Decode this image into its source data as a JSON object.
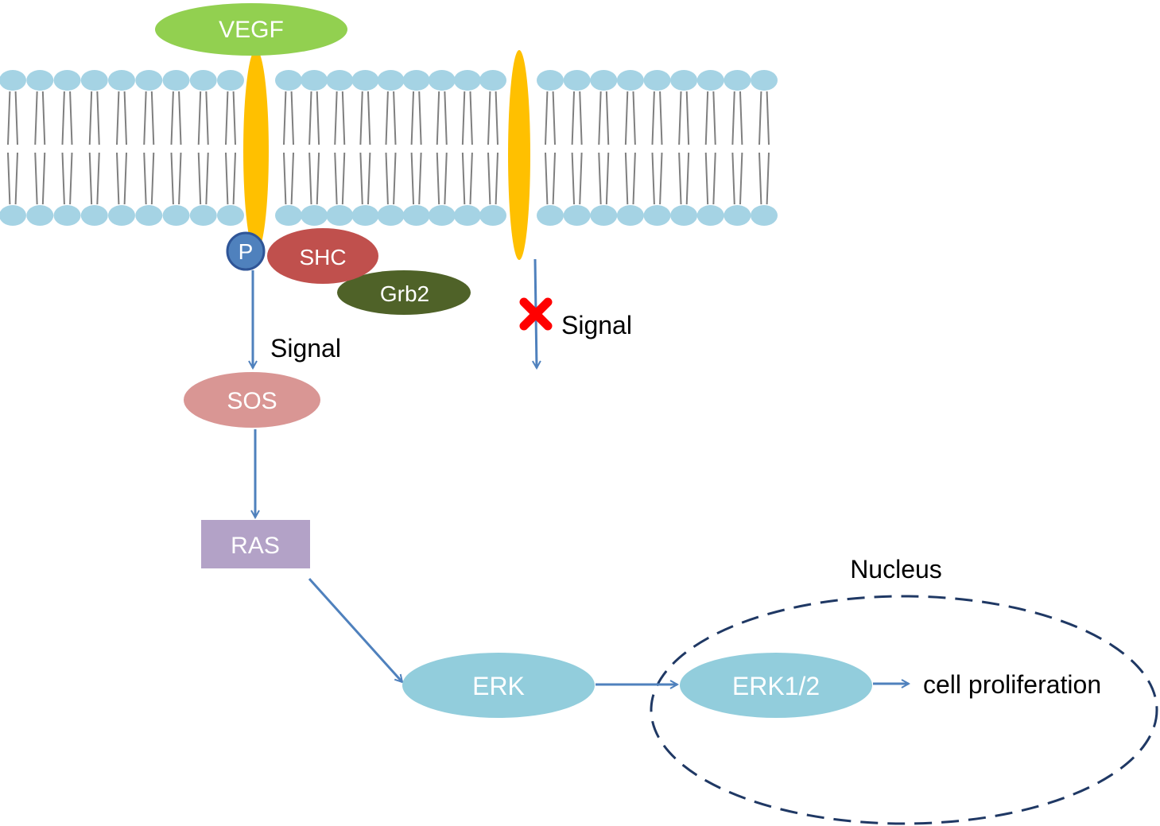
{
  "nodes": {
    "vegf": "VEGF",
    "phospho": "P",
    "shc": "SHC",
    "grb2": "Grb2",
    "sos": "SOS",
    "ras": "RAS",
    "erk": "ERK",
    "erk12": "ERK1/2"
  },
  "labels": {
    "signal_active": "Signal",
    "signal_blocked": "Signal",
    "nucleus": "Nucleus",
    "outcome": "cell proliferation"
  },
  "colors": {
    "vegf": "#92d050",
    "receptor": "#ffc000",
    "phospho": "#4f81bd",
    "shc": "#c0504d",
    "grb2": "#4f6228",
    "sos": "#d99694",
    "ras": "#b3a2c7",
    "erk": "#92cddc",
    "arrow": "#4f81bd",
    "membrane_head": "#a5d3e4",
    "membrane_tail": "#7f7f7f",
    "block_mark": "#ff0000",
    "nucleus_border": "#1f3864"
  }
}
